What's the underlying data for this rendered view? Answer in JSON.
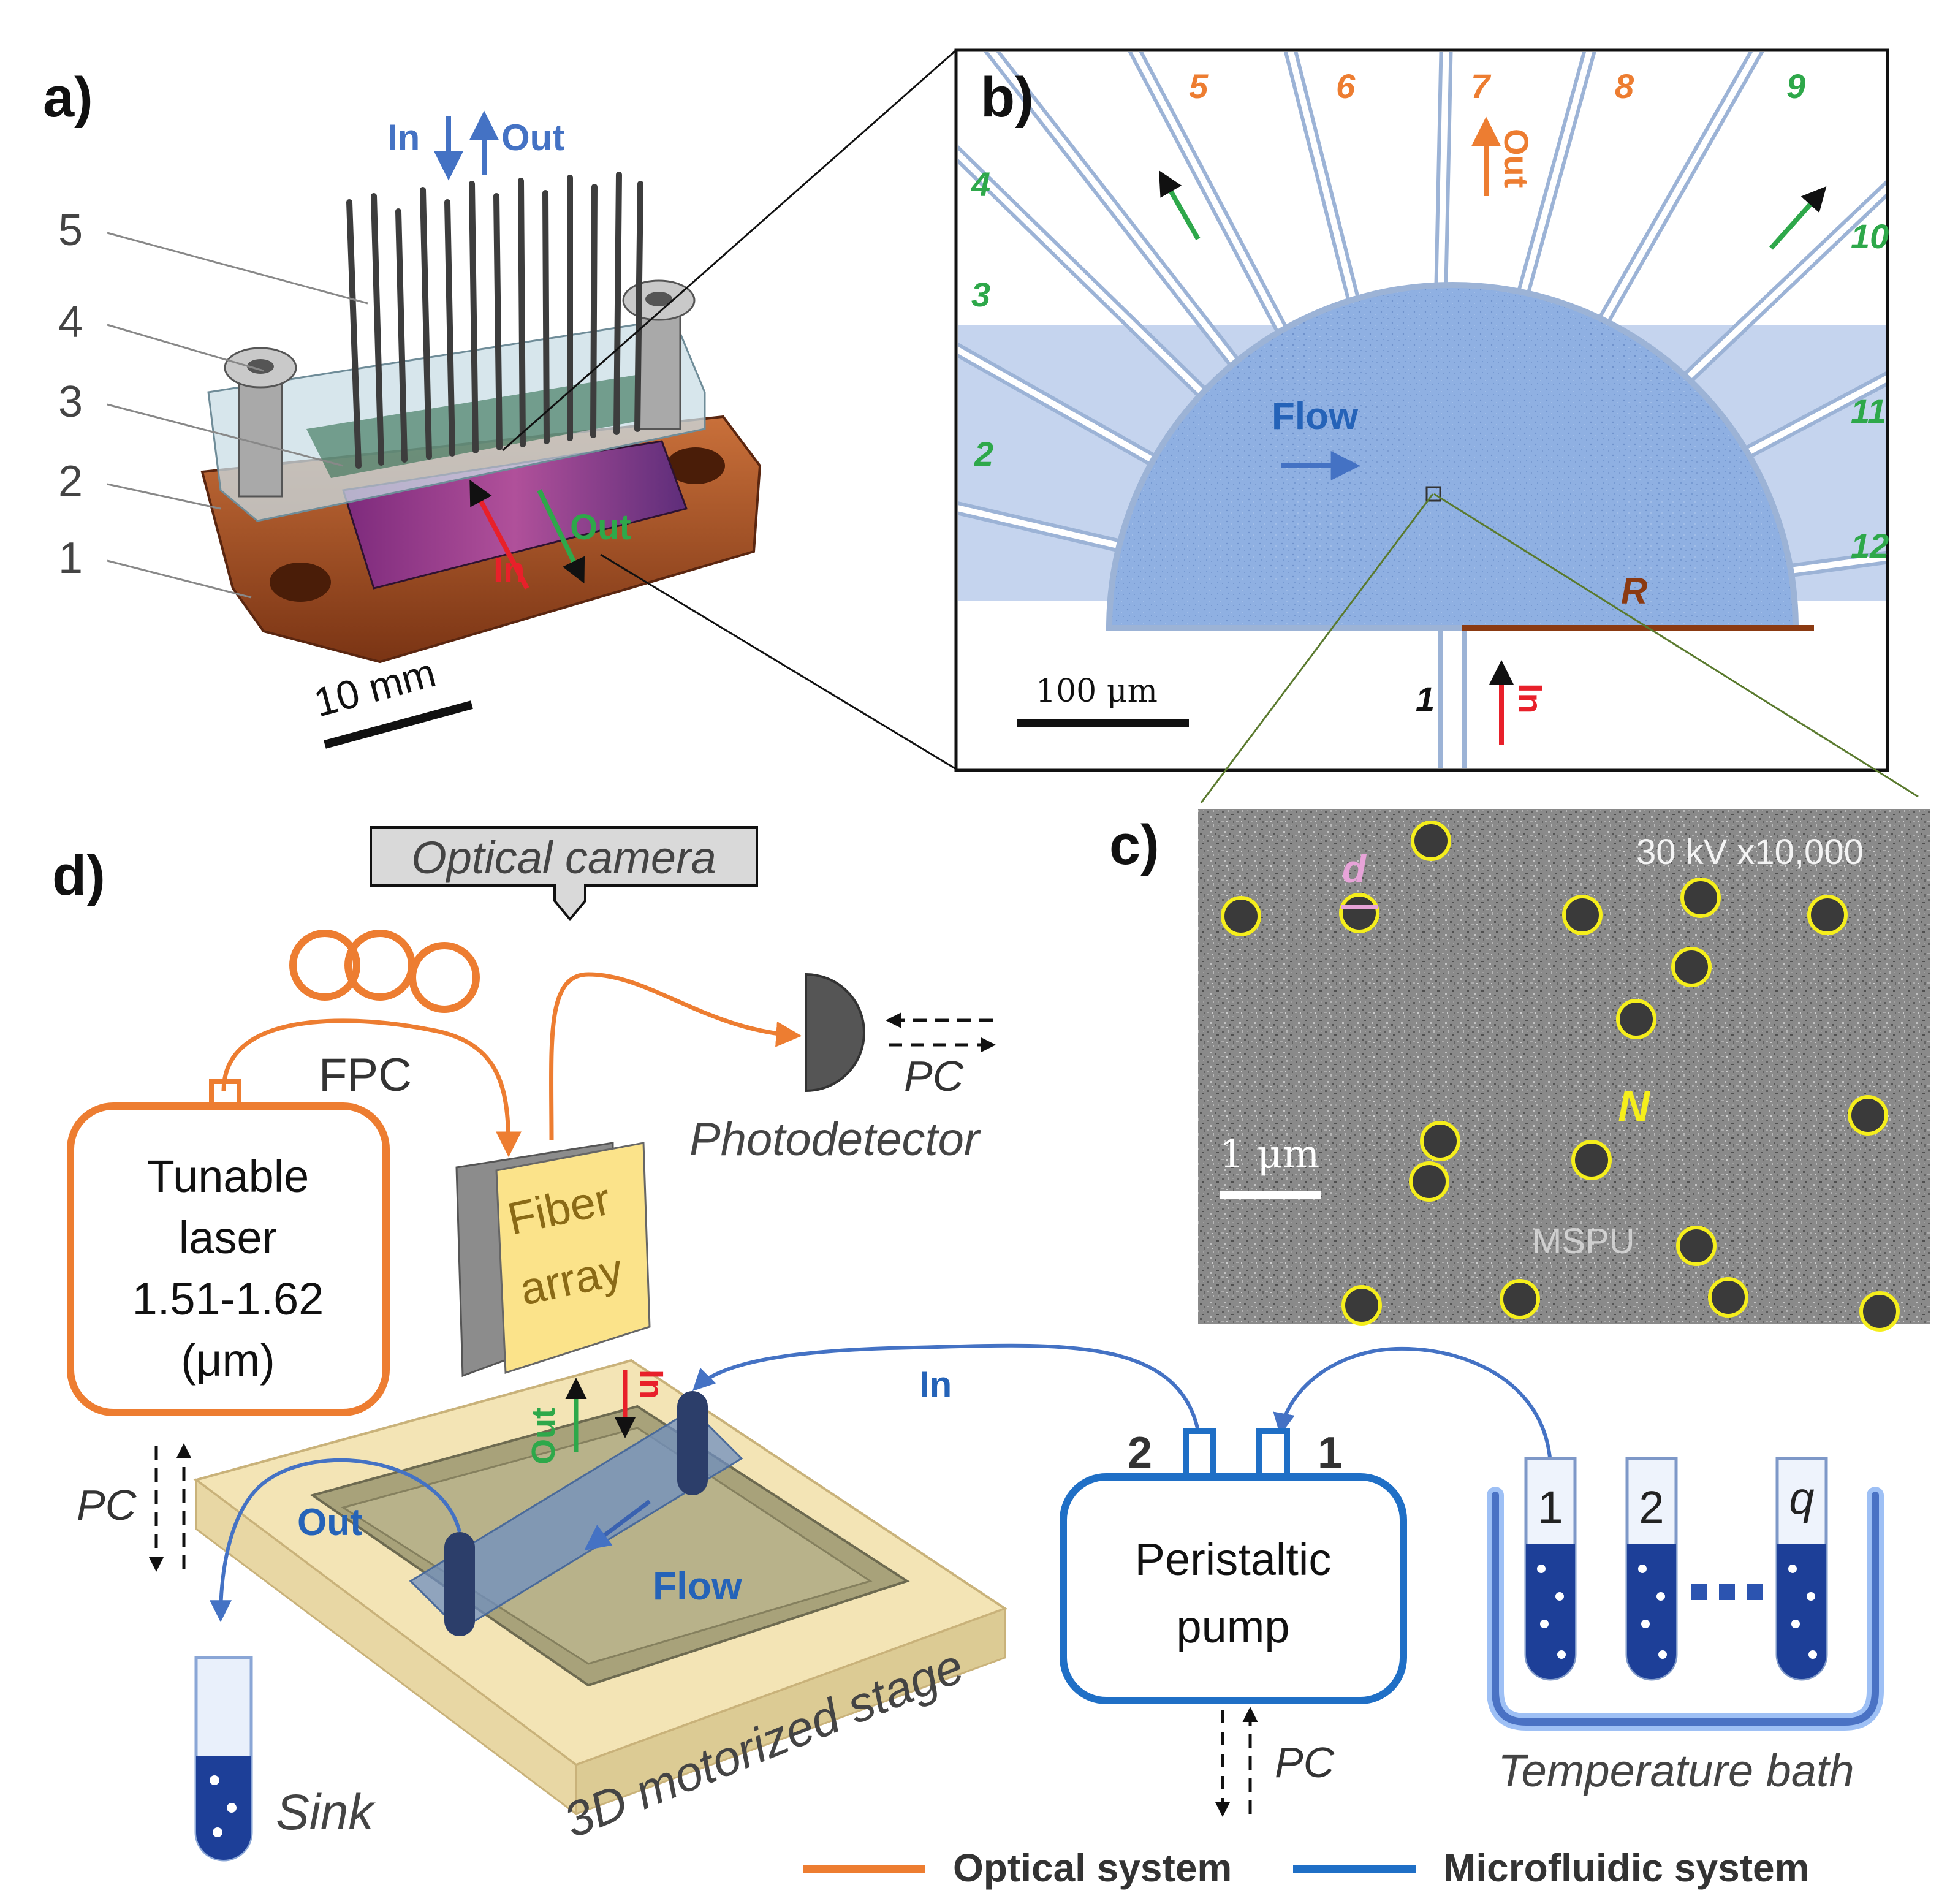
{
  "panels": {
    "a": "a)",
    "b": "b)",
    "c": "c)",
    "d": "d)"
  },
  "panel_a": {
    "in_label": "In",
    "out_label": "Out",
    "chip_out_label": "Out",
    "chip_in_label": "In",
    "layer_numbers": [
      "5",
      "4",
      "3",
      "2",
      "1"
    ],
    "scale_bar": "10 mm"
  },
  "panel_b": {
    "channel_numbers": [
      "1",
      "2",
      "3",
      "4",
      "5",
      "6",
      "7",
      "8",
      "9",
      "10",
      "11",
      "12"
    ],
    "flow_label": "Flow",
    "out_label": "Out",
    "in_label": "In",
    "radius_label": "R",
    "scale_bar": "100 μm"
  },
  "panel_c": {
    "instrument_text": "30 kV x10,000",
    "watermark_text": "MSPU",
    "diameter_label": "d",
    "count_label": "N",
    "scale_bar": "1 μm"
  },
  "panel_d": {
    "optical_camera": "Optical camera",
    "fpc": "FPC",
    "laser_lines": [
      "Tunable",
      "laser",
      "1.51-1.62",
      "(μm)"
    ],
    "fiber_array_lines": [
      "Fiber",
      "array"
    ],
    "photodetector": "Photodetector",
    "pc_labels": [
      "PC",
      "PC",
      "PC"
    ],
    "stage_out": "Out",
    "stage_in": "In",
    "tube_in": "In",
    "tube_out": "Out",
    "flow": "Flow",
    "stage": "3D motorized stage",
    "sink": "Sink",
    "pump_lines": [
      "Peristaltic",
      "pump"
    ],
    "pump_ports": [
      "2",
      "1"
    ],
    "tube_labels": [
      "1",
      "2",
      "q"
    ],
    "bath": "Temperature bath"
  },
  "legend": {
    "optical": "Optical system",
    "microfluidic": "Microfluidic system"
  },
  "colors": {
    "orange": "#ED7D31",
    "blue": "#4472C4",
    "pump_blue": "#1F6FC6",
    "green": "#2EA84A",
    "red": "#E8202A",
    "brown": "#8B3A12",
    "yellow": "#F5EE1C",
    "pink": "#E7A3D8"
  }
}
